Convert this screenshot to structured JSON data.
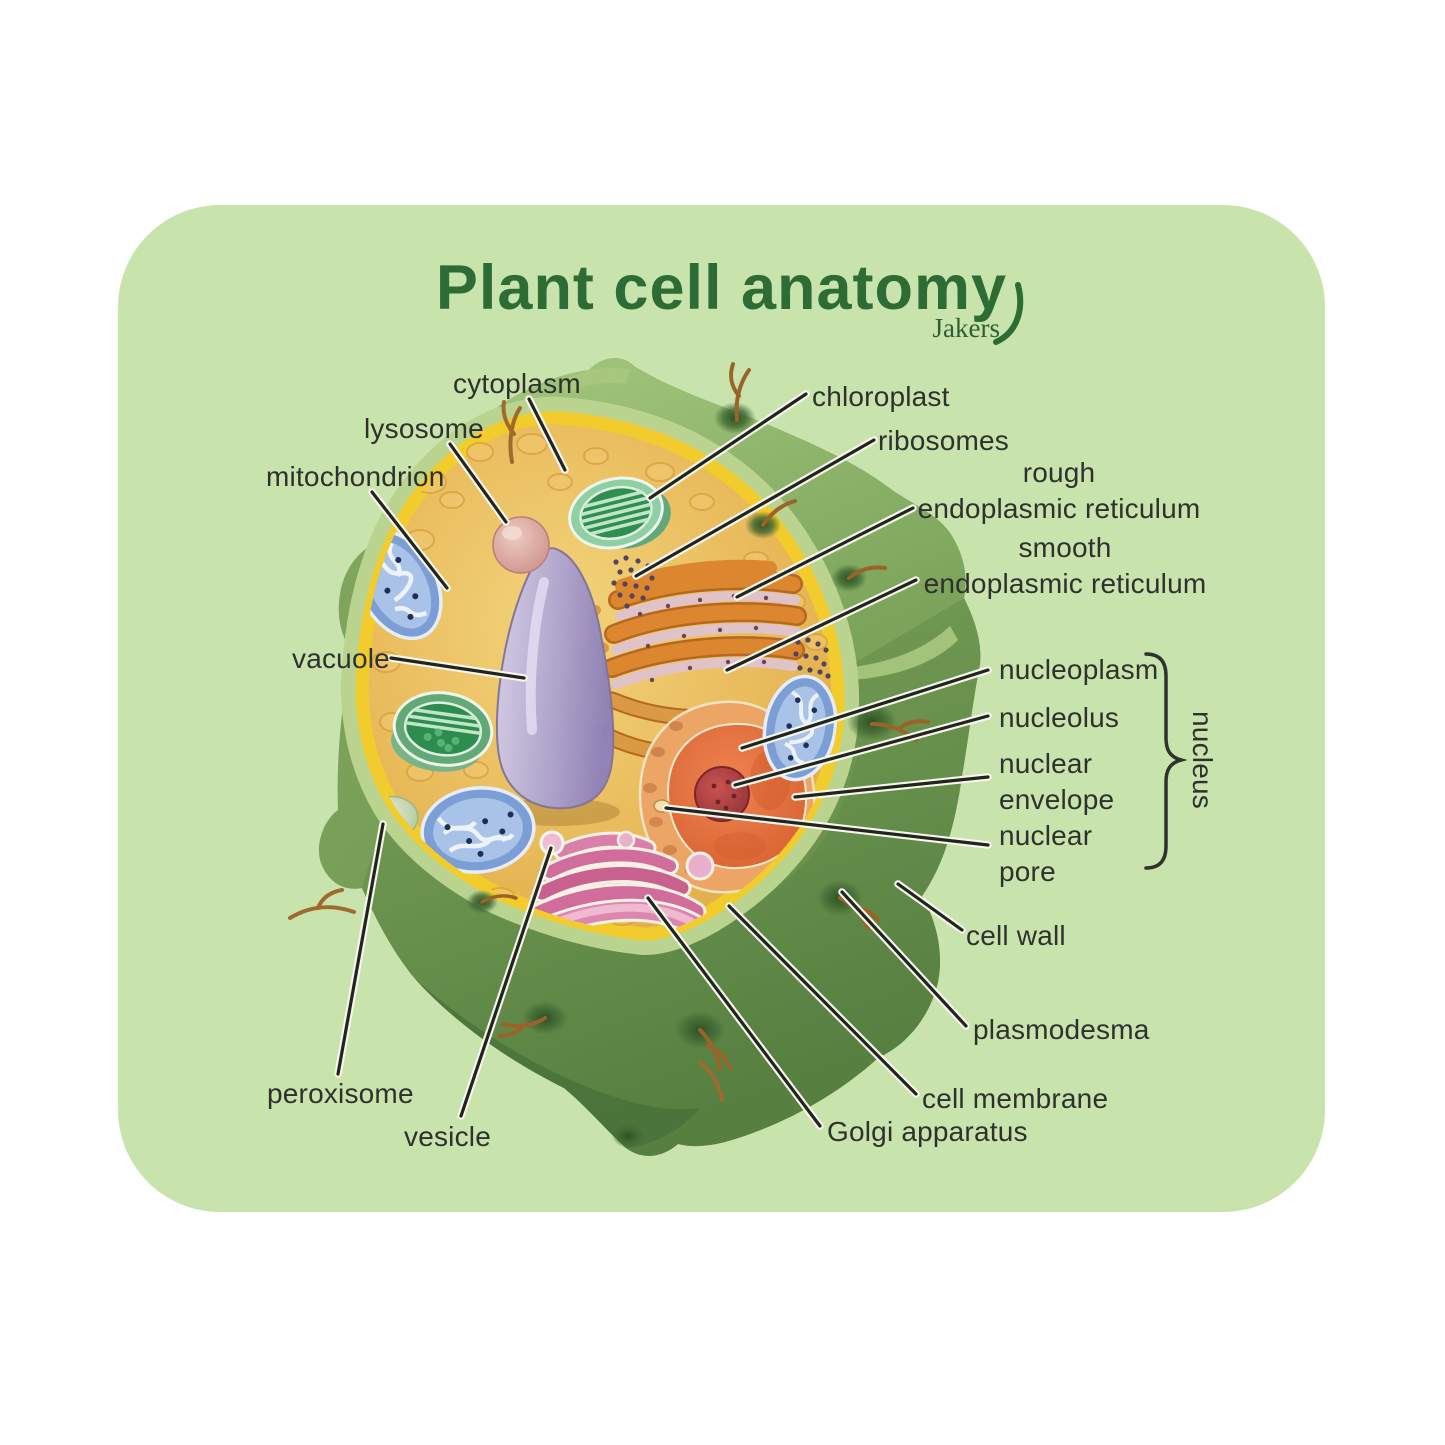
{
  "pad": {
    "title": "Plant cell anatomy",
    "signature": "Jakers",
    "bg_color": "#c9e3ad",
    "title_color": "#2d6c35"
  },
  "diagram": {
    "type": "plant-cell-anatomy",
    "labels": {
      "cytoplasm": "cytoplasm",
      "lysosome": "lysosome",
      "mitochondrion": "mitochondrion",
      "vacuole": "vacuole",
      "chloroplast": "chloroplast",
      "ribosomes": "ribosomes",
      "rough_er": "rough\nendoplasmic reticulum",
      "smooth_er": "smooth\nendoplasmic reticulum",
      "nucleoplasm": "nucleoplasm",
      "nucleolus": "nucleolus",
      "nuclear_envelope": "nuclear\nenvelope",
      "nuclear_pore": "nuclear\npore",
      "nucleus": "nucleus",
      "cell_wall": "cell wall",
      "plasmodesma": "plasmodesma",
      "cell_membrane": "cell membrane",
      "golgi": "Golgi apparatus",
      "peroxisome": "peroxisome",
      "vesicle": "vesicle"
    },
    "colors": {
      "cell_wall_green": "#6f9a52",
      "top_face_green": "#8fb56b",
      "rim_green": "#bad48f",
      "membrane_yellow": "#f2cc2d",
      "cytoplasm_gold": "#e3ab45",
      "vacuole_purple": "#a99cc9",
      "mitochondrion_blue": "#7b9fd4",
      "chloroplast_green": "#2f8f51",
      "lysosome_pink": "#d59a93",
      "peroxisome_pale": "#cfe0bd",
      "golgi_pink": "#d06d9c",
      "nucleus_orange": "#ee8049",
      "nucleolus_red": "#a63c40",
      "label_text": "#2e312d",
      "leader_line": "#22251f"
    }
  }
}
